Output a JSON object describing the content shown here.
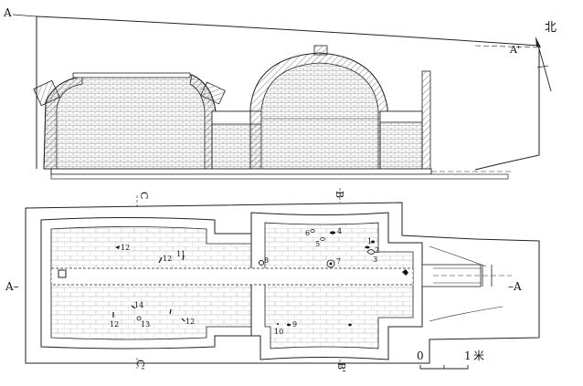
{
  "section_labels": {
    "a_left": "A",
    "a_right": "A'",
    "b_top": "B",
    "b_bottom": "B'",
    "c_top": "C",
    "c_bottom": "C'",
    "a_plan_left": "A–",
    "a_plan_right": "–A"
  },
  "north_label": "北",
  "scale": {
    "zero": "0",
    "one": "1",
    "unit": "米"
  },
  "artifact_numbers": [
    "1",
    "2",
    "3",
    "4",
    "5",
    "6",
    "7",
    "8",
    "9",
    "10",
    "11",
    "12",
    "12",
    "12",
    "12",
    "13",
    "14"
  ]
}
